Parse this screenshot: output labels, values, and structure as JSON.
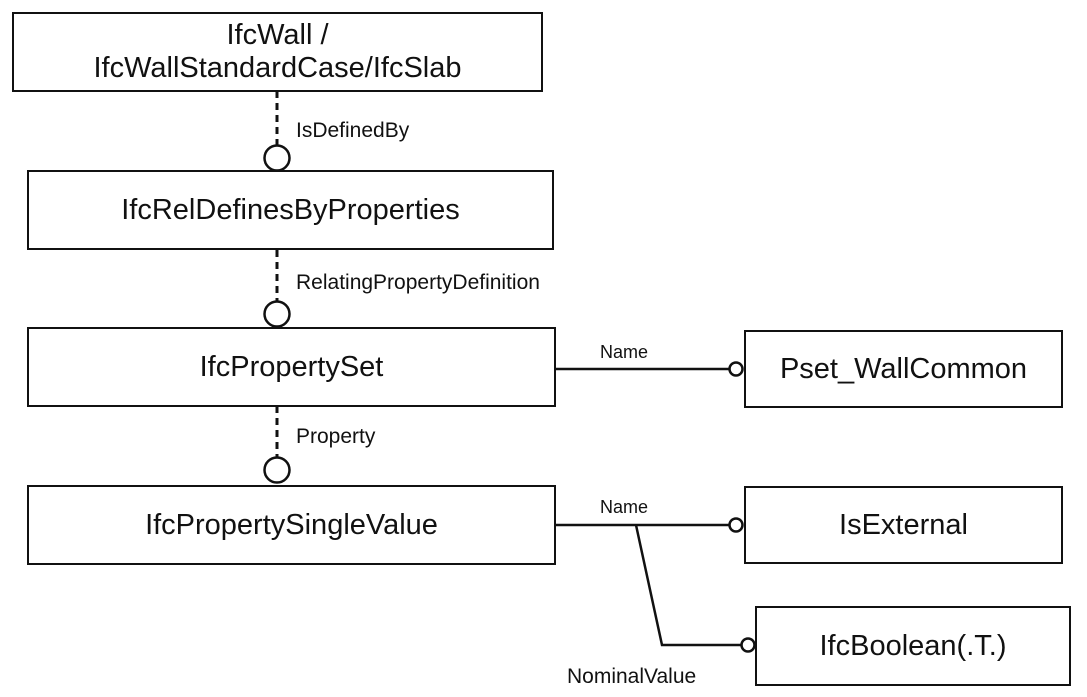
{
  "entities": {
    "wall": "IfcWall /\nIfcWallStandardCase/IfcSlab",
    "rel_defines": "IfcRelDefinesByProperties",
    "property_set": "IfcPropertySet",
    "pset_name": "Pset_WallCommon",
    "single_value": "IfcPropertySingleValue",
    "is_external": "IsExternal",
    "boolean": "IfcBoolean(.T.)"
  },
  "relations": {
    "is_defined_by": "IsDefinedBy",
    "relating_property_definition": "RelatingPropertyDefinition",
    "property": "Property",
    "pset_name_attr": "Name",
    "value_name_attr": "Name",
    "nominal_value": "NominalValue"
  }
}
